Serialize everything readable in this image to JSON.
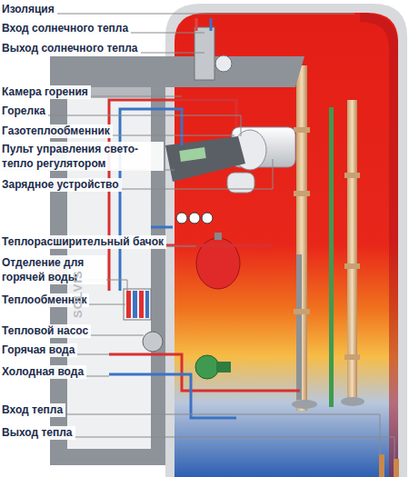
{
  "diagram": {
    "labels": [
      "Изоляция",
      "Вход солнечного тепла",
      "Выход солнечного тепла",
      "Камера горения",
      "Горелка",
      "Газотеплообменник",
      "Пульт управления свето-тепло регулятором",
      "Зарядное устройство",
      "Теплорасширительный бачок",
      "Отделение для горячей воды",
      "Теплообменник",
      "Тепловой насос",
      "Горячая вода",
      "Холодная вода",
      "Вход тепла",
      "Выход тепла",
      "SOLVIS"
    ]
  }
}
